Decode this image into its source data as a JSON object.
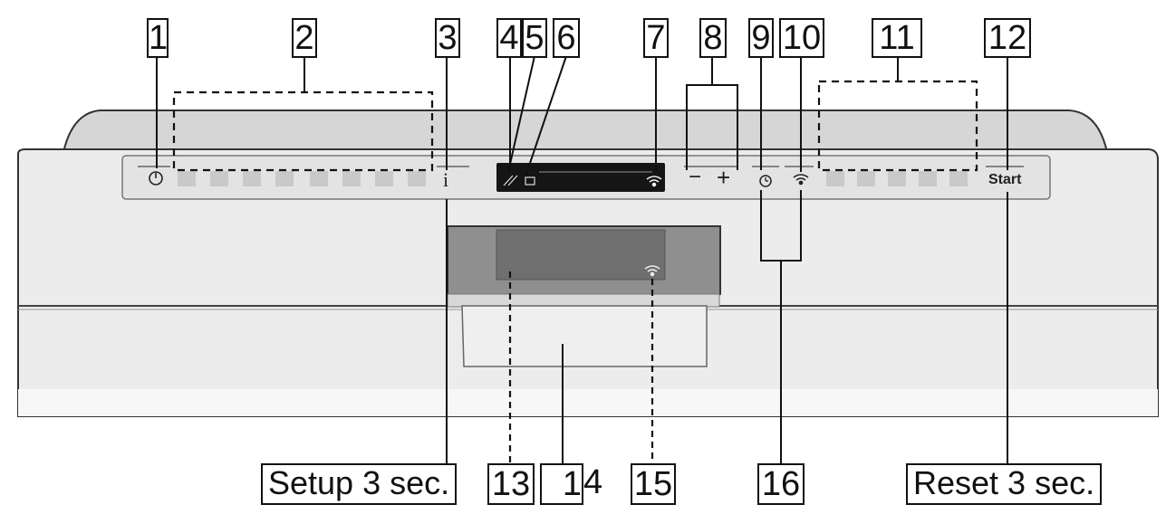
{
  "callouts": {
    "c1": "1",
    "c2": "2",
    "c3": "3",
    "c4": "4",
    "c5": "5",
    "c6": "6",
    "c7": "7",
    "c8": "8",
    "c9": "9",
    "c10": "10",
    "c11": "11",
    "c12": "12",
    "c13": "13",
    "c14a": "1",
    "c14b": "4",
    "c15": "15",
    "c16": "16"
  },
  "bottom_labels": {
    "setup": "Setup 3 sec.",
    "reset": "Reset 3 sec."
  },
  "panel": {
    "info_symbol": "i",
    "minus_symbol": "−",
    "plus_symbol": "+",
    "start_label": "Start"
  },
  "icons": [
    "power-icon",
    "wifi-icon",
    "clock-icon",
    "remote-wifi-icon"
  ]
}
